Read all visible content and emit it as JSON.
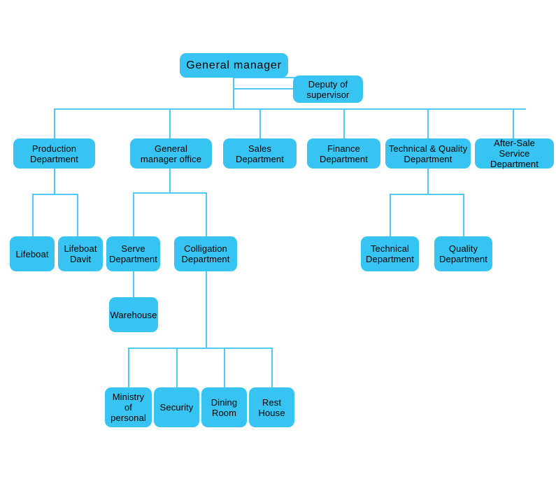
{
  "diagram": {
    "title": "Company Organizational Chart",
    "colors": {
      "node_fill": "#37c4f2",
      "connector": "#4fc9f8",
      "text": "#000000",
      "background": "#ffffff"
    },
    "nodes": {
      "general_manager": "General manager",
      "deputy_of_supervisor": "Deputy of\nsupervisor",
      "production_department": "Production\nDepartment",
      "general_manager_office": "General\nmanager office",
      "sales_department": "Sales\nDepartment",
      "finance_department": "Finance\nDepartment",
      "technical_quality_department": "Technical & Quality\nDepartment",
      "after_sale_service_department": "After-Sale\nService Department",
      "lifeboat": "Lifeboat",
      "lifeboat_davit": "Lifeboat\nDavit",
      "serve_department": "Serve\nDepartment",
      "colligation_department": "Colligation\nDepartment",
      "technical_department": "Technical\nDepartment",
      "quality_department": "Quality\nDepartment",
      "warehouse": "Warehouse",
      "ministry_of_personal": "Ministry\nof  personal",
      "security": "Security",
      "dining_room": "Dining\nRoom",
      "rest_house": "Rest\nHouse"
    }
  }
}
